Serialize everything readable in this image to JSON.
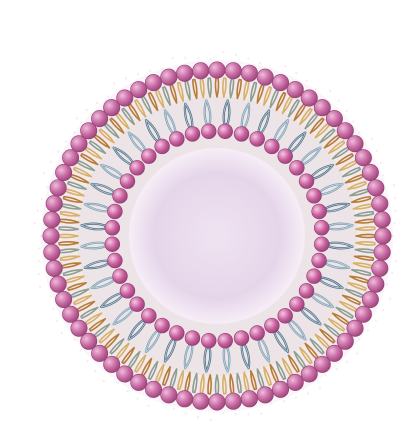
{
  "diagram": {
    "subject": "liposome-cross-section",
    "colors": {
      "background": "#ffffff",
      "outer_head": "#b95b97",
      "outer_head_highlight": "#e3a8cd",
      "outer_tail_a": "#b77b39",
      "outer_tail_b": "#d7b06a",
      "outer_tail_c": "#8e9d91",
      "inner_head": "#c25a99",
      "inner_head_highlight": "#f0bddb",
      "inner_tail_a": "#4d6f85",
      "inner_tail_b": "#7fa0b2",
      "aqueous_core": "#e6d6ea",
      "core_rim": "#f6eef7"
    },
    "leaflets": [
      {
        "name": "outer-leaflet",
        "head_count": 64,
        "tail_count": 128
      },
      {
        "name": "inner-leaflet",
        "head_count": 40,
        "tail_count": 40
      }
    ]
  }
}
